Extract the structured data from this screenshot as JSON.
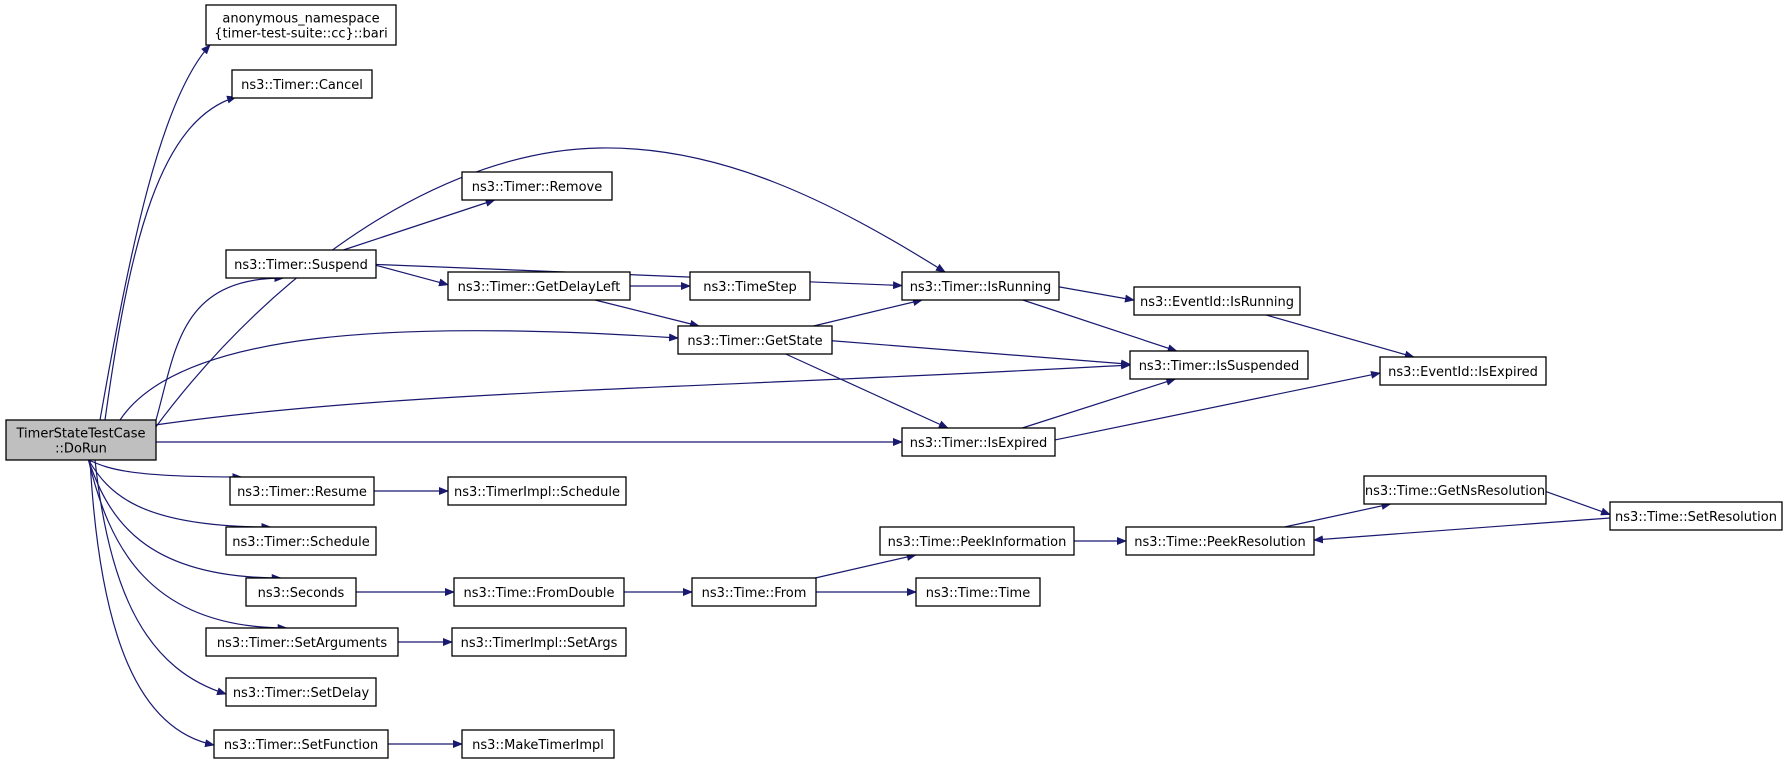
{
  "colors": {
    "edge": "#191970",
    "root_fill": "#bfbfbf",
    "node_fill": "#ffffff",
    "node_border": "#000000"
  },
  "nodes": [
    {
      "id": "dorun",
      "lines": [
        "TimerStateTestCase",
        "::DoRun"
      ],
      "root": true
    },
    {
      "id": "bari",
      "lines": [
        "anonymous_namespace",
        "{timer-test-suite::cc}::bari"
      ]
    },
    {
      "id": "cancel",
      "lines": [
        "ns3::Timer::Cancel"
      ]
    },
    {
      "id": "remove",
      "lines": [
        "ns3::Timer::Remove"
      ]
    },
    {
      "id": "suspend",
      "lines": [
        "ns3::Timer::Suspend"
      ]
    },
    {
      "id": "getdelayleft",
      "lines": [
        "ns3::Timer::GetDelayLeft"
      ]
    },
    {
      "id": "timestep",
      "lines": [
        "ns3::TimeStep"
      ]
    },
    {
      "id": "isrunning",
      "lines": [
        "ns3::Timer::IsRunning"
      ]
    },
    {
      "id": "ev_isrunning",
      "lines": [
        "ns3::EventId::IsRunning"
      ]
    },
    {
      "id": "getstate",
      "lines": [
        "ns3::Timer::GetState"
      ]
    },
    {
      "id": "issuspended",
      "lines": [
        "ns3::Timer::IsSuspended"
      ]
    },
    {
      "id": "ev_isexpired",
      "lines": [
        "ns3::EventId::IsExpired"
      ]
    },
    {
      "id": "isexpired",
      "lines": [
        "ns3::Timer::IsExpired"
      ]
    },
    {
      "id": "resume",
      "lines": [
        "ns3::Timer::Resume"
      ]
    },
    {
      "id": "impl_schedule",
      "lines": [
        "ns3::TimerImpl::Schedule"
      ]
    },
    {
      "id": "schedule",
      "lines": [
        "ns3::Timer::Schedule"
      ]
    },
    {
      "id": "getnsres",
      "lines": [
        "ns3::Time::GetNsResolution"
      ]
    },
    {
      "id": "setres",
      "lines": [
        "ns3::Time::SetResolution"
      ]
    },
    {
      "id": "peekinfo",
      "lines": [
        "ns3::Time::PeekInformation"
      ]
    },
    {
      "id": "peekres",
      "lines": [
        "ns3::Time::PeekResolution"
      ]
    },
    {
      "id": "seconds",
      "lines": [
        "ns3::Seconds"
      ]
    },
    {
      "id": "fromdouble",
      "lines": [
        "ns3::Time::FromDouble"
      ]
    },
    {
      "id": "from",
      "lines": [
        "ns3::Time::From"
      ]
    },
    {
      "id": "time",
      "lines": [
        "ns3::Time::Time"
      ]
    },
    {
      "id": "setargs",
      "lines": [
        "ns3::Timer::SetArguments"
      ]
    },
    {
      "id": "impl_setargs",
      "lines": [
        "ns3::TimerImpl::SetArgs"
      ]
    },
    {
      "id": "setdelay",
      "lines": [
        "ns3::Timer::SetDelay"
      ]
    },
    {
      "id": "setfunction",
      "lines": [
        "ns3::Timer::SetFunction"
      ]
    },
    {
      "id": "maketimerimpl",
      "lines": [
        "ns3::MakeTimerImpl"
      ]
    }
  ],
  "edges": [
    [
      "dorun",
      "bari"
    ],
    [
      "dorun",
      "cancel"
    ],
    [
      "dorun",
      "isrunning"
    ],
    [
      "dorun",
      "suspend"
    ],
    [
      "dorun",
      "getstate"
    ],
    [
      "dorun",
      "issuspended"
    ],
    [
      "dorun",
      "isexpired"
    ],
    [
      "dorun",
      "resume"
    ],
    [
      "dorun",
      "schedule"
    ],
    [
      "dorun",
      "seconds"
    ],
    [
      "dorun",
      "setargs"
    ],
    [
      "dorun",
      "setdelay"
    ],
    [
      "dorun",
      "setfunction"
    ],
    [
      "suspend",
      "remove"
    ],
    [
      "suspend",
      "isrunning"
    ],
    [
      "suspend",
      "getdelayleft"
    ],
    [
      "getdelayleft",
      "timestep"
    ],
    [
      "getdelayleft",
      "getstate"
    ],
    [
      "getstate",
      "isrunning"
    ],
    [
      "getstate",
      "issuspended"
    ],
    [
      "getstate",
      "isexpired"
    ],
    [
      "isrunning",
      "ev_isrunning"
    ],
    [
      "isrunning",
      "issuspended"
    ],
    [
      "ev_isrunning",
      "ev_isexpired"
    ],
    [
      "isexpired",
      "issuspended"
    ],
    [
      "isexpired",
      "ev_isexpired"
    ],
    [
      "resume",
      "impl_schedule"
    ],
    [
      "seconds",
      "fromdouble"
    ],
    [
      "fromdouble",
      "from"
    ],
    [
      "from",
      "peekinfo"
    ],
    [
      "from",
      "time"
    ],
    [
      "peekinfo",
      "peekres"
    ],
    [
      "peekres",
      "getnsres"
    ],
    [
      "getnsres",
      "setres"
    ],
    [
      "setres",
      "peekres"
    ],
    [
      "setargs",
      "impl_setargs"
    ],
    [
      "setfunction",
      "maketimerimpl"
    ]
  ]
}
